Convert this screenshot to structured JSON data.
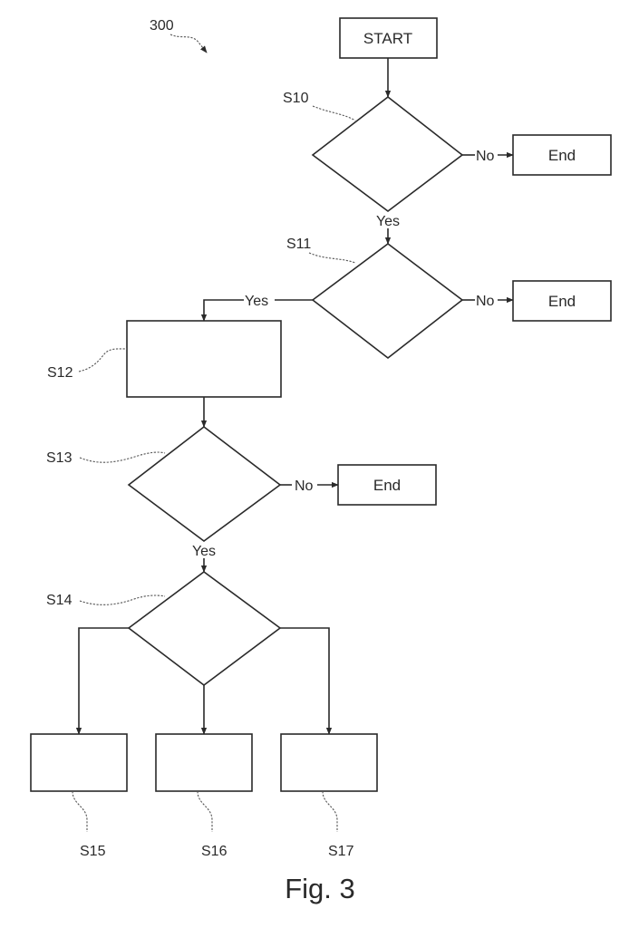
{
  "diagram": {
    "figure_number": "300",
    "figure_caption": "Fig. 3",
    "start_label": "START",
    "end_label": "End",
    "yes_label": "Yes",
    "no_label": "No",
    "steps": {
      "s10": "S10",
      "s11": "S11",
      "s12": "S12",
      "s13": "S13",
      "s14": "S14",
      "s15": "S15",
      "s16": "S16",
      "s17": "S17"
    }
  }
}
